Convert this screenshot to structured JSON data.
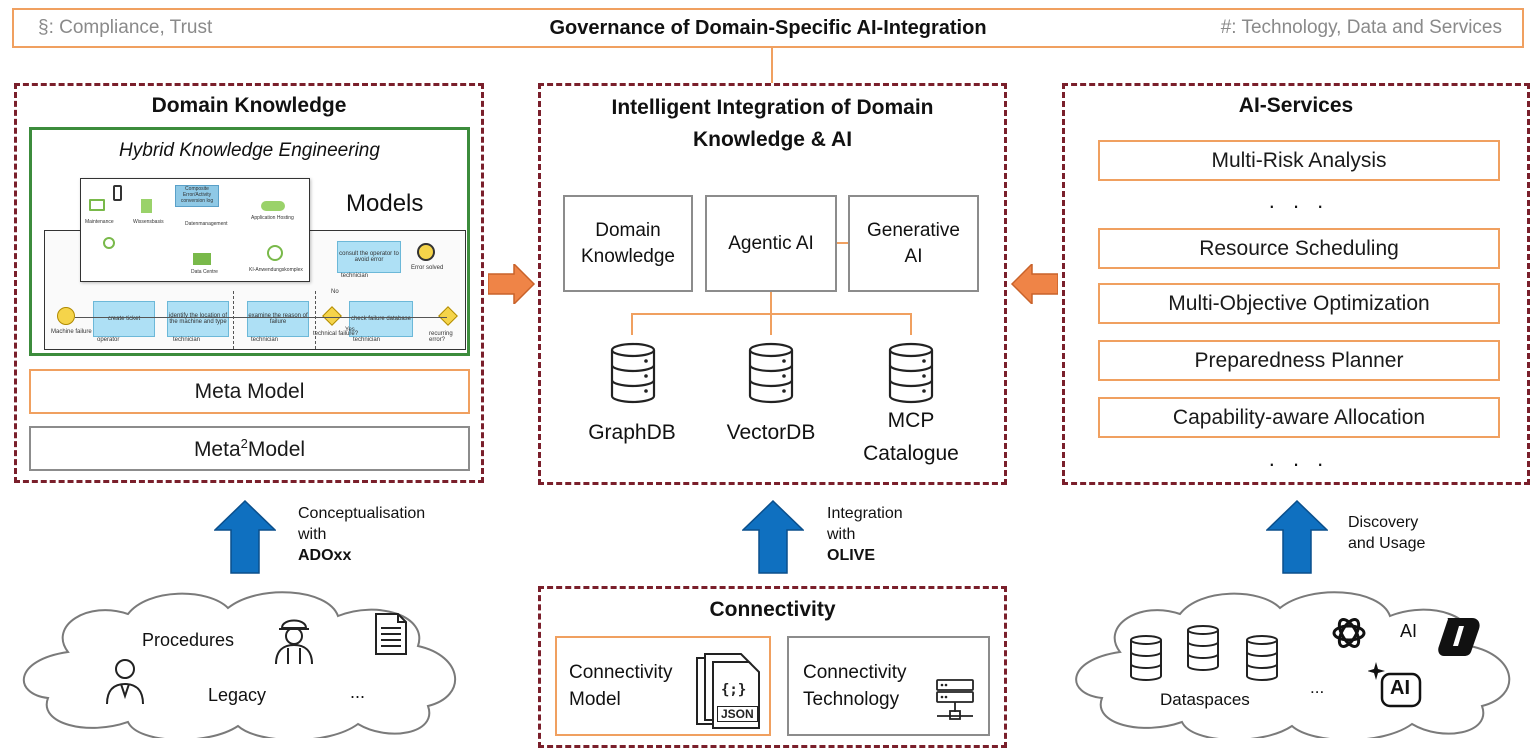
{
  "header": {
    "left": "§: Compliance, Trust",
    "title": "Governance of Domain-Specific AI-Integration",
    "right": "#: Technology, Data and Services"
  },
  "domain_knowledge": {
    "title": "Domain Knowledge",
    "hybrid_title": "Hybrid Knowledge Engineering",
    "models_label": "Models",
    "mini_diagram": {
      "boxes": [
        "create ticket",
        "identify the location of the machine and type",
        "examine the reason of failure",
        "check failure database",
        "consult the operator to avoid error",
        "Composite Error/Activity conversion log"
      ],
      "labels": [
        "Machine failure",
        "technical failure?",
        "recurring error?",
        "Error solved",
        "Yes",
        "No",
        "operator",
        "technician",
        "technician",
        "technician",
        "technician",
        "Maintenance",
        "Wissensbasis",
        "Datenmanagement",
        "Application Hosting",
        "KI-Anwendungskomplex",
        "Data Centre"
      ]
    },
    "meta_model": "Meta Model",
    "meta2_prefix": "Meta",
    "meta2_sup": "2",
    "meta2_suffix": "Model"
  },
  "integration": {
    "title_line1": "Intelligent Integration of Domain",
    "title_line2": "Knowledge & AI",
    "components": {
      "domain_knowledge_l1": "Domain",
      "domain_knowledge_l2": "Knowledge",
      "agentic_ai": "Agentic AI",
      "generative_ai_l1": "Generative",
      "generative_ai_l2": "AI"
    },
    "databases": {
      "graphdb": "GraphDB",
      "vectordb": "VectorDB",
      "mcp_l1": "MCP",
      "mcp_l2": "Catalogue"
    }
  },
  "ai_services": {
    "title": "AI-Services",
    "items": [
      "Multi-Risk Analysis",
      "Resource Scheduling",
      "Multi-Objective Optimization",
      "Preparedness Planner",
      "Capability-aware Allocation"
    ],
    "ellipsis": ". . ."
  },
  "arrows": {
    "left": {
      "line1": "Conceptualisation",
      "line2": "with",
      "bold": "ADOxx"
    },
    "middle": {
      "line1": "Integration",
      "line2": "with",
      "bold": "OLIVE"
    },
    "right": {
      "line1": "Discovery",
      "line2": "and Usage"
    }
  },
  "connectivity": {
    "title": "Connectivity",
    "model_l1": "Connectivity",
    "model_l2": "Model",
    "tech_l1": "Connectivity",
    "tech_l2": "Technology",
    "json_label": "JSON",
    "json_braces": "{;}"
  },
  "clouds": {
    "left": {
      "procedures": "Procedures",
      "legacy": "Legacy",
      "ellipsis": "..."
    },
    "right": {
      "ai": "AI",
      "dataspaces": "Dataspaces",
      "ellipsis": "...",
      "ai_sparkle": "AI"
    }
  },
  "colors": {
    "orange": "#f0a060",
    "dark_red": "#7a1f2b",
    "blue_arrow": "#0f70c0",
    "gray": "#8c8c8c",
    "green": "#3c8c3c",
    "orange_arrow": "#ef8447"
  }
}
